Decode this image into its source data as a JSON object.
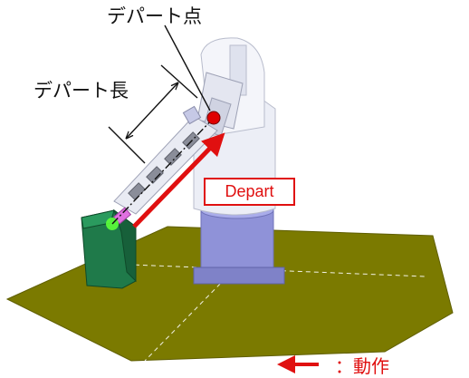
{
  "labels": {
    "depart_point": "デパート点",
    "depart_length": "デパート長",
    "depart_arrow": "Depart"
  },
  "legend": {
    "text": "：動作"
  },
  "colors": {
    "floor": "#7b7a00",
    "robot_body": "#e8eaf2",
    "robot_base": "#8f92d8",
    "workpiece": "#1f7a4a",
    "depart_point_marker": "#e00000",
    "motion_arrow": "#e01010",
    "tool_tip": "#e070e0"
  },
  "icons": {
    "legend_arrow": "left-arrow-icon"
  }
}
